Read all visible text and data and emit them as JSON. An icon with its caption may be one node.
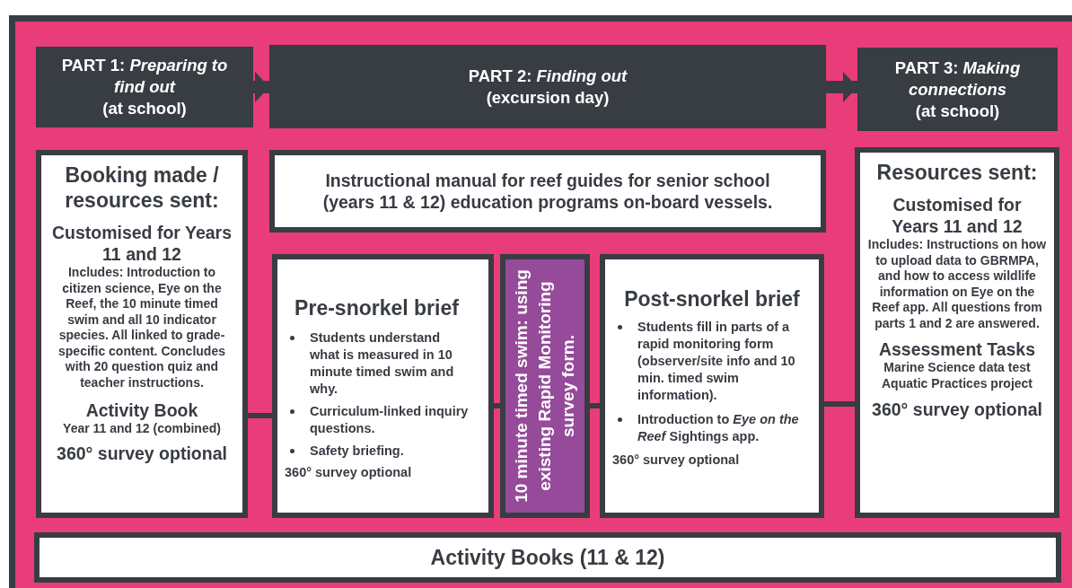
{
  "diagram": {
    "nodes": [
      {
        "text": [
          "PART 1: *Preparing to find out*",
          "(at school)"
        ]
      },
      {
        "text": [
          "PART 2: *Finding out*",
          "(excursion day)"
        ]
      },
      {
        "text": [
          "PART 3: *Making connections*",
          "(at school)"
        ]
      },
      {
        "text": [
          "Booking made / resources sent:",
          "Customised for Years 11 and 12",
          "Includes: Introduction to citizen science, Eye on the Reef, the 10 minute timed swim and all 10 indicator species. All linked to grade-specific content. Concludes with 20 question quiz and teacher instructions.",
          "Activity Book",
          "Year 11 and 12 (combined)",
          "360° survey optional"
        ]
      },
      {
        "text": [
          "Instructional manual for reef guides for senior school (years 11 & 12) education programs on-board vessels."
        ]
      },
      {
        "text": [
          "Pre-snorkel brief",
          "Students understand what is measured in 10 minute timed swim and why.",
          "Curriculum-linked inquiry questions.",
          "Safety briefing.",
          "360° survey optional"
        ]
      },
      {
        "text": [
          "10 minute timed swim: using existing Rapid Monitoring survey form."
        ]
      },
      {
        "text": [
          "Post-snorkel brief",
          "Students fill in parts of a rapid monitoring form (observer/site info and 10 min. timed swim information).",
          "Introduction to *Eye on the Reef* Sightings app.",
          "360° survey optional"
        ]
      },
      {
        "text": [
          "Resources sent:",
          "Customised for Years 11 and 12",
          "Includes: Instructions on how to upload data to GBRMPA, and how to access wildlife information on Eye on the Reef app. All questions from parts 1 and 2 are answered.",
          "Assessment Tasks",
          "Marine Science data test",
          "Aquatic Practices project",
          "360° survey optional"
        ]
      },
      {
        "text": [
          "Activity Books (11 & 12)"
        ]
      }
    ],
    "edges": [
      {
        "from": 0,
        "to": 1,
        "arrow": "to",
        "style": "thick"
      },
      {
        "from": 1,
        "to": 2,
        "arrow": "to",
        "style": "thick"
      },
      {
        "from": 3,
        "to": 5,
        "arrow": "none"
      },
      {
        "from": 5,
        "to": 6,
        "arrow": "none"
      },
      {
        "from": 6,
        "to": 7,
        "arrow": "none"
      },
      {
        "from": 7,
        "to": 8,
        "arrow": "none"
      }
    ]
  }
}
